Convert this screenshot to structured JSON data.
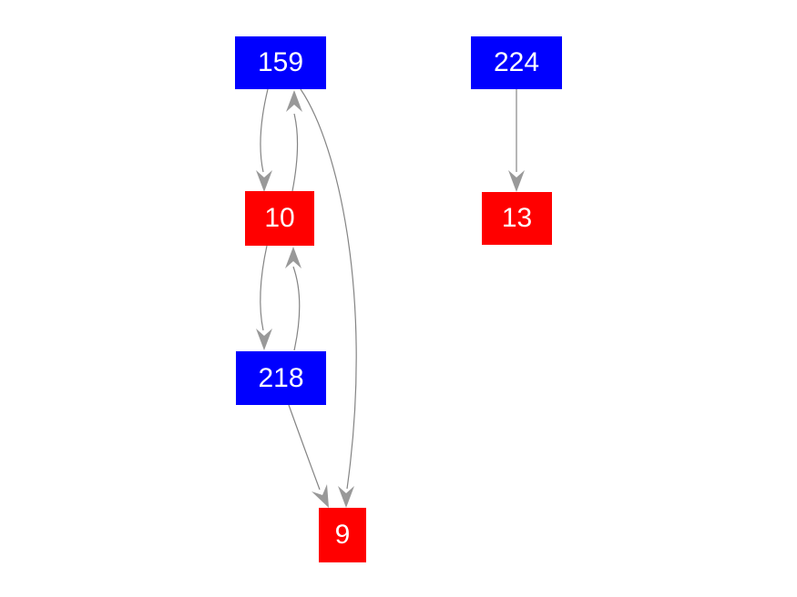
{
  "colors": {
    "blue": "#0000ff",
    "red": "#ff0000",
    "edge": "#848484",
    "arrowhead": "#999999",
    "label": "#ffffff",
    "background": "#ffffff"
  },
  "graph": {
    "nodes": [
      {
        "id": "159",
        "label": "159",
        "color": "blue"
      },
      {
        "id": "224",
        "label": "224",
        "color": "blue"
      },
      {
        "id": "10",
        "label": "10",
        "color": "red"
      },
      {
        "id": "13",
        "label": "13",
        "color": "red"
      },
      {
        "id": "218",
        "label": "218",
        "color": "blue"
      },
      {
        "id": "9",
        "label": "9",
        "color": "red"
      }
    ],
    "edges": [
      {
        "from": "159",
        "to": "10"
      },
      {
        "from": "10",
        "to": "159"
      },
      {
        "from": "159",
        "to": "9"
      },
      {
        "from": "10",
        "to": "218"
      },
      {
        "from": "218",
        "to": "10"
      },
      {
        "from": "218",
        "to": "9"
      },
      {
        "from": "224",
        "to": "13"
      }
    ]
  }
}
